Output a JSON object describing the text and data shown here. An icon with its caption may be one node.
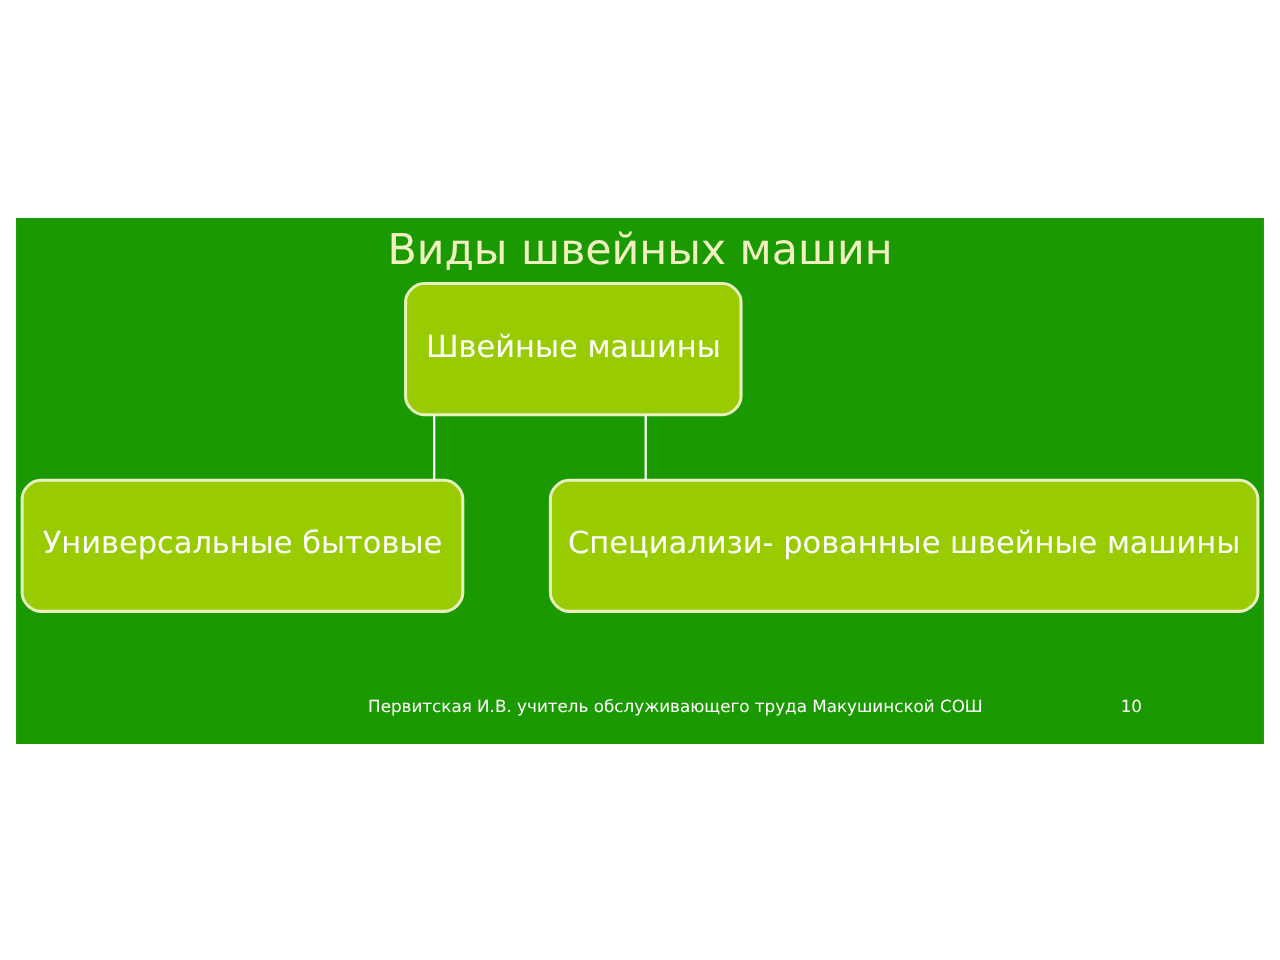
{
  "diagram": {
    "title": "Виды швейных машин",
    "nodes": [
      {
        "text": [
          "Швейные машины"
        ]
      },
      {
        "text": [
          "Универсальные бытовые"
        ]
      },
      {
        "text": [
          "Специализи- рованные швейные машины"
        ]
      }
    ],
    "edges": [
      {
        "from": 0,
        "to": 1,
        "arrow": "none"
      },
      {
        "from": 0,
        "to": 2,
        "arrow": "none"
      }
    ],
    "labels": [
      "Первитская И.В. учитель обслуживающего труда Макушинской СОШ",
      "10"
    ]
  }
}
